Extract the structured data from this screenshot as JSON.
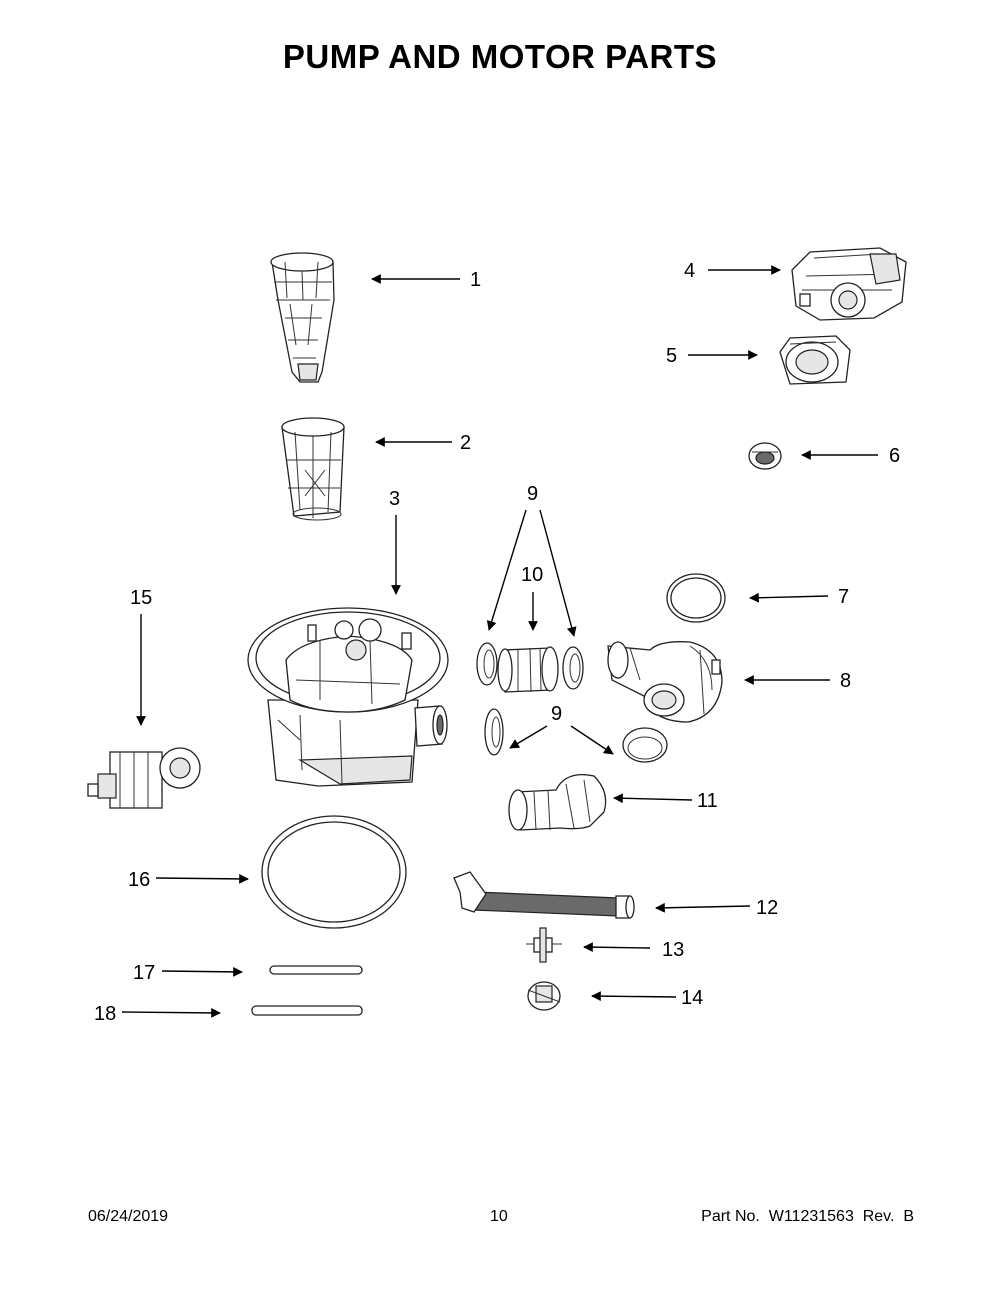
{
  "title": "PUMP AND MOTOR PARTS",
  "callouts": [
    {
      "id": "1",
      "label": "1"
    },
    {
      "id": "2",
      "label": "2"
    },
    {
      "id": "3",
      "label": "3"
    },
    {
      "id": "4",
      "label": "4"
    },
    {
      "id": "5",
      "label": "5"
    },
    {
      "id": "6",
      "label": "6"
    },
    {
      "id": "7",
      "label": "7"
    },
    {
      "id": "8",
      "label": "8"
    },
    {
      "id": "9a",
      "label": "9"
    },
    {
      "id": "9b",
      "label": "9"
    },
    {
      "id": "10",
      "label": "10"
    },
    {
      "id": "11",
      "label": "11"
    },
    {
      "id": "12",
      "label": "12"
    },
    {
      "id": "13",
      "label": "13"
    },
    {
      "id": "14",
      "label": "14"
    },
    {
      "id": "15",
      "label": "15"
    },
    {
      "id": "16",
      "label": "16"
    },
    {
      "id": "17",
      "label": "17"
    },
    {
      "id": "18",
      "label": "18"
    }
  ],
  "footer": {
    "date": "06/24/2019",
    "page": "10",
    "part_no": "Part No.  W11231563  Rev.  B"
  }
}
